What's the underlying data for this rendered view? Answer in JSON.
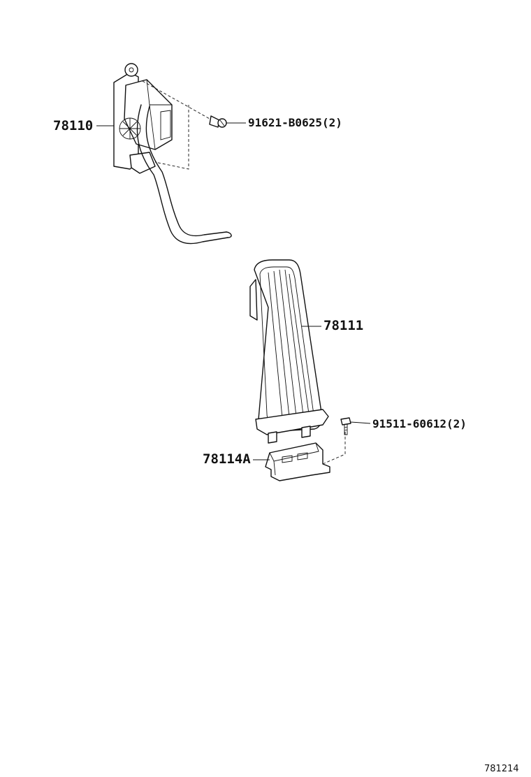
{
  "labels": {
    "pedal_assembly": "78110",
    "pedal_pad": "78111",
    "bracket": "78114A",
    "bolt_upper": "91621-B0625(2)",
    "bolt_lower": "91511-60612(2)"
  },
  "reference_number": "781214"
}
